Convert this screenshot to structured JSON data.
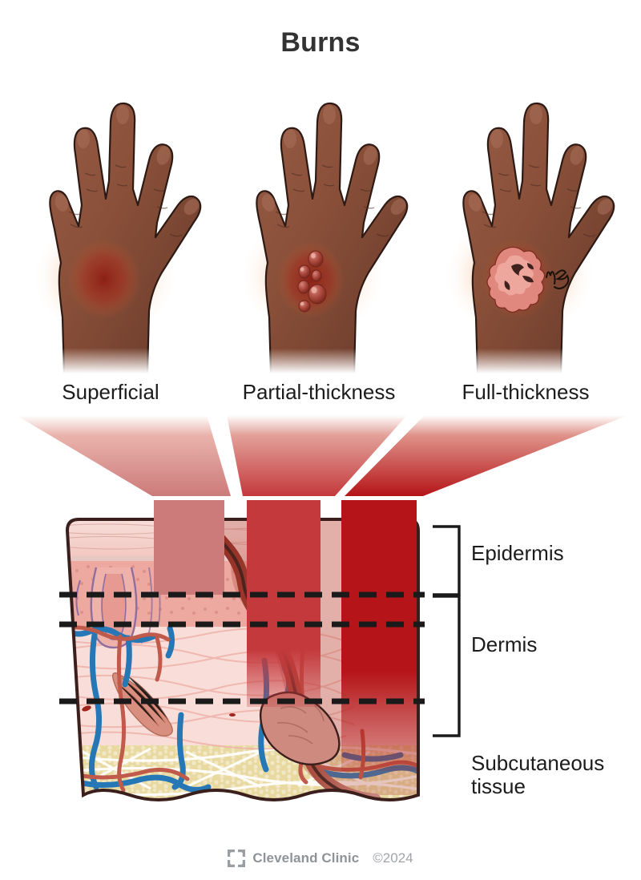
{
  "title": "Burns",
  "captions": [
    {
      "label": "Superficial"
    },
    {
      "label": "Partial-thickness"
    },
    {
      "label": "Full-thickness"
    }
  ],
  "hands": [
    {
      "name": "superficial-burn-hand",
      "wound": "diffuse red erythema patch on back of hand and wrist with orange halo glow"
    },
    {
      "name": "partial-thickness-burn-hand",
      "wound": "red patch with raised fluid-filled blisters on wrist with orange halo glow"
    },
    {
      "name": "full-thickness-burn-hand",
      "wound": "dark charred eschar with pink exposed tissue on wrist with orange halo glow",
      "signature": "ms"
    }
  ],
  "layers": [
    {
      "label": "Epidermis"
    },
    {
      "label": "Dermis"
    },
    {
      "label": "Subcutaneous\ntissue"
    }
  ],
  "depth_bars": [
    {
      "burn": "Superficial",
      "color": "#cc7a7a",
      "depth": "epidermis only"
    },
    {
      "burn": "Partial-thickness",
      "color": "#c4393c",
      "depth": "epidermis through upper dermis"
    },
    {
      "burn": "Full-thickness",
      "color": "#b51418",
      "depth": "epidermis, full dermis into subcutaneous tissue"
    }
  ],
  "colors": {
    "title_text": "#333333",
    "label_text": "#1c1c1c",
    "skin_light": "#8d5440",
    "skin_dark": "#5e3326",
    "glow": "#f08a3c",
    "burn_red": "#9e2318",
    "epidermis_fill": "#f0b9b4",
    "dermis_fill": "#f7d6d2",
    "fat_fill": "#e8d9a0",
    "vein_blue": "#2577b5",
    "artery_red": "#c05a4a",
    "outline": "#3b1f1c",
    "footer_gray": "#8f9398"
  },
  "footer": {
    "logo_icon": "cleveland-clinic-logo",
    "brand": "Cleveland Clinic",
    "copyright": "©2024"
  }
}
